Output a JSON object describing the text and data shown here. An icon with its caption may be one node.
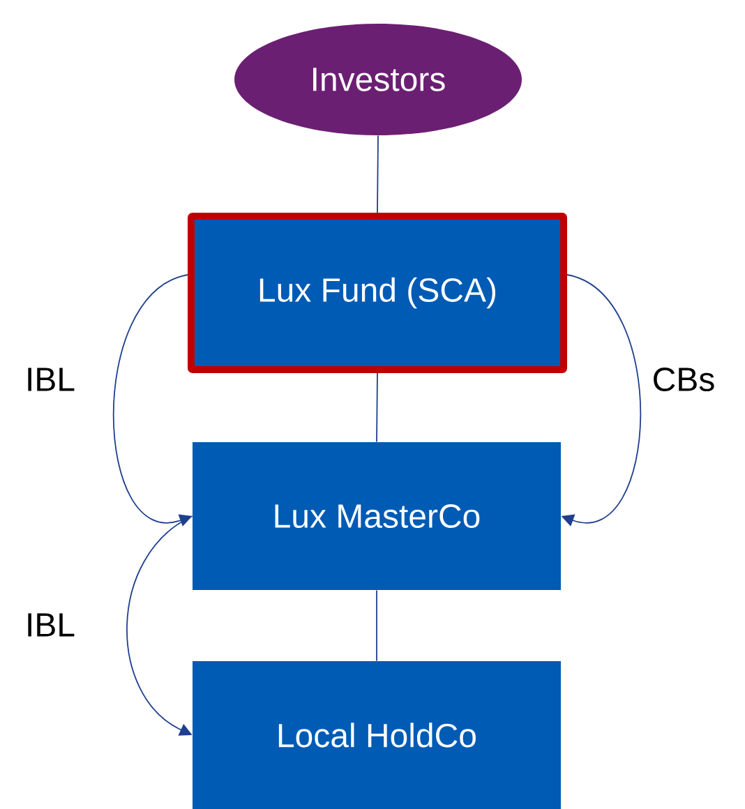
{
  "diagram": {
    "nodes": [
      {
        "text": [
          "Investors"
        ]
      },
      {
        "text": [
          "Lux Fund (SCA)"
        ]
      },
      {
        "text": [
          "Lux MasterCo"
        ]
      },
      {
        "text": [
          "Local HoldCo"
        ]
      }
    ],
    "edges": [
      {
        "from": 0,
        "to": 1,
        "arrow": "none"
      },
      {
        "from": 1,
        "to": 2,
        "arrow": "none"
      },
      {
        "from": 2,
        "to": 3,
        "arrow": "none"
      },
      {
        "from": 1,
        "to": 2,
        "arrow": "to",
        "label": "IBL"
      },
      {
        "from": 1,
        "to": 2,
        "arrow": "to",
        "label": "CBs"
      },
      {
        "from": 2,
        "to": 3,
        "arrow": "to",
        "label": "IBL"
      }
    ]
  }
}
